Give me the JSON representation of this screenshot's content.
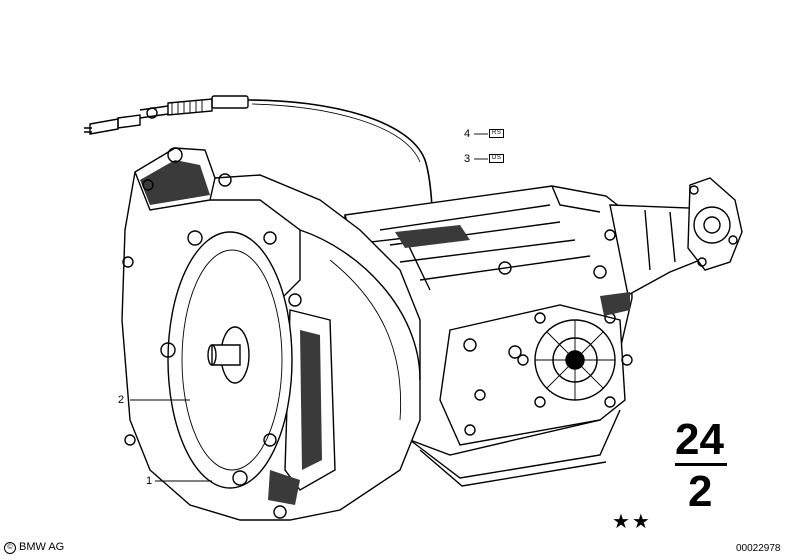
{
  "callouts": [
    {
      "num": "1"
    },
    {
      "num": "2"
    },
    {
      "num": "3",
      "code": "DS"
    },
    {
      "num": "4",
      "code": "RS"
    }
  ],
  "group": {
    "top": "24",
    "bottom": "2"
  },
  "stars": "★★",
  "copyright": {
    "symbol": "©",
    "text": "BMW AG"
  },
  "diagram_number": "00022978",
  "colors": {
    "ink": "#000000",
    "paper": "#ffffff",
    "shade": "#3a3a3a"
  }
}
